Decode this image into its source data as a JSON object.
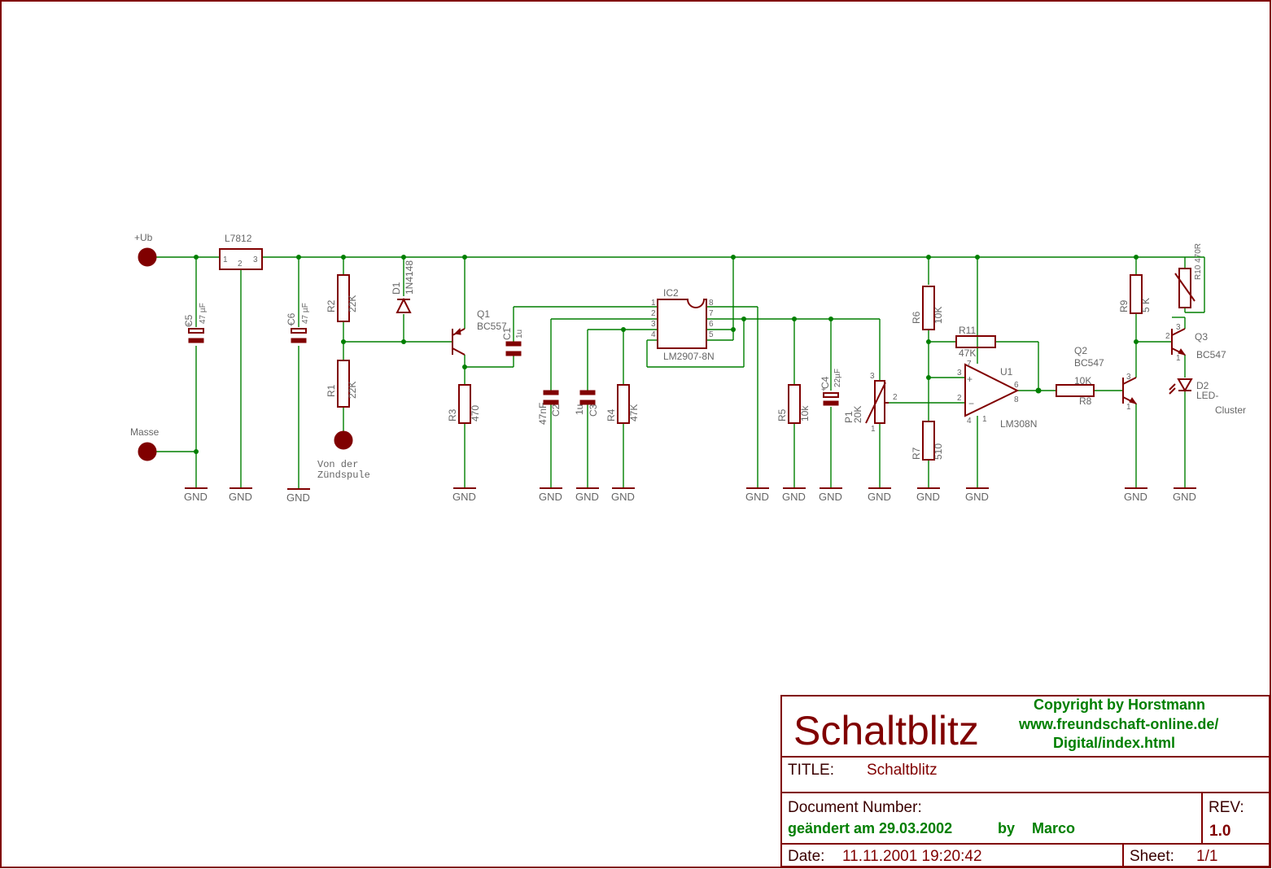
{
  "title_block": {
    "big_title": "Schaltblitz",
    "copyright_lines": [
      "Copyright by Horstmann",
      "www.freundschaft-online.de/",
      "Digital/index.html"
    ],
    "title_label": "TITLE:",
    "title_value": "Schaltblitz",
    "docnum_label": "Document Number:",
    "changed_note": "geändert am 29.03.2002",
    "by_label": "by",
    "author": "Marco",
    "rev_label": "REV:",
    "rev_value": "1.0",
    "date_label": "Date:",
    "date_value": "11.11.2001 19:20:42",
    "sheet_label": "Sheet:",
    "sheet_value": "1/1"
  },
  "connectors": {
    "ub": "+Ub",
    "masse": "Masse",
    "coil_line1": "Von der",
    "coil_line2": "Zündspule"
  },
  "ground_label": "GND",
  "components": {
    "l7812": "L7812",
    "c5_name": "C5",
    "c5_value": "47 µF",
    "c6_name": "C6",
    "c6_value": "47 µF",
    "r2_name": "R2",
    "r2_value": "22K",
    "r1_name": "R1",
    "r1_value": "22K",
    "d1_name": "D1",
    "d1_value": "1N4148",
    "q1_name": "Q1",
    "q1_value": "BC557",
    "c1_name": "C1",
    "c1_value": "1u",
    "r3_name": "R3",
    "r3_value": "470",
    "ic2_name": "IC2",
    "ic2_value": "LM2907-8N",
    "c2_name": "C2",
    "c2_value": "47nF",
    "c3_name": "C3",
    "c3_value": "1u",
    "r4_name": "R4",
    "r4_value": "47K",
    "r5_name": "R5",
    "r5_value": "10k",
    "c4_name": "C4",
    "c4_value": "22µF",
    "p1_name": "P1",
    "p1_value": "20K",
    "r6_name": "R6",
    "r6_value": "10K",
    "r11_name": "R11",
    "r11_value": "47K",
    "r7_name": "R7",
    "r7_value": "510",
    "u1_name": "U1",
    "u1_value": "LM308N",
    "r8_name": "R8",
    "r8_value": "10K",
    "q2_name": "Q2",
    "q2_value": "BC547",
    "r9_name": "R9",
    "r9_value": "5 K",
    "r10_label": "R10 470R",
    "q3_name": "Q3",
    "q3_value": "BC547",
    "d2_name": "D2",
    "d2_value1": "LED-",
    "d2_value2": "Cluster"
  },
  "pins": {
    "reg": [
      "1",
      "2",
      "3"
    ],
    "ic2_left": [
      "1",
      "2",
      "3",
      "4"
    ],
    "ic2_right": [
      "8",
      "7",
      "6",
      "5"
    ],
    "u1": [
      "7",
      "3",
      "2",
      "4",
      "6",
      "1",
      "8"
    ],
    "p1": [
      "3",
      "2",
      "1"
    ],
    "q2": [
      "3",
      "1"
    ],
    "q3": [
      "3",
      "2",
      "1"
    ]
  },
  "colors": {
    "frame": "#800000",
    "wire": "#007f00",
    "label_gray": "#666666",
    "green_text": "#007f00"
  }
}
